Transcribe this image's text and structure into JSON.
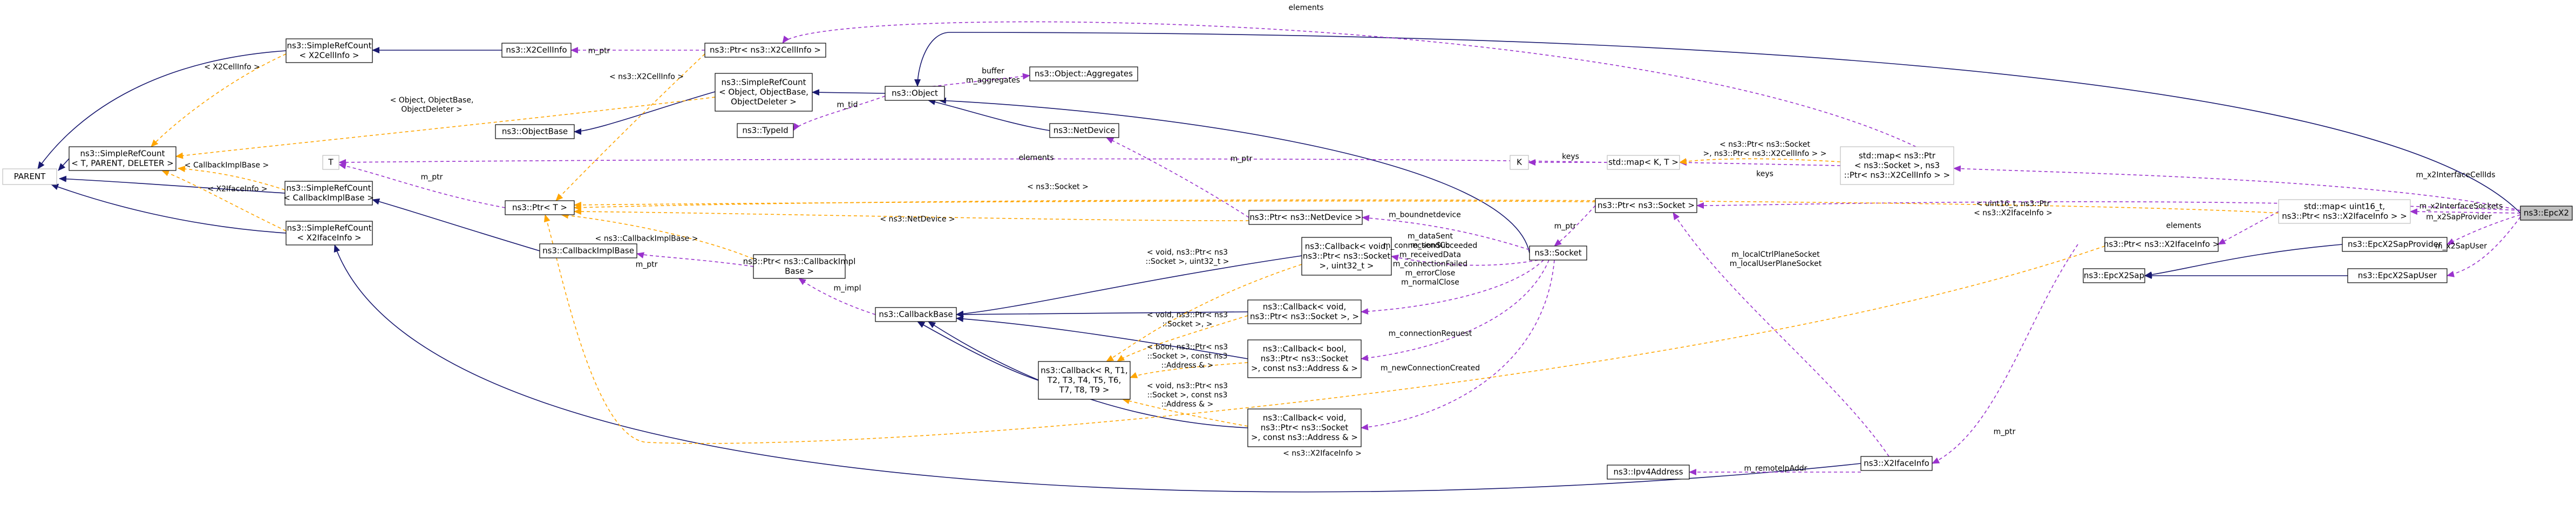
{
  "diagram": {
    "colors": {
      "inheritance": "#191970",
      "usage": "#9a32cd",
      "template": "#ffa500",
      "node_border": "#000000",
      "node_border_external": "#bfbfbf",
      "highlight_fill": "#bfbfbf"
    },
    "nodes": [
      {
        "id": "parent",
        "lines": [
          "PARENT"
        ],
        "kind": "external"
      },
      {
        "id": "simplerefcount_template",
        "lines": [
          "ns3::SimpleRefCount",
          "< T, PARENT, DELETER >"
        ]
      },
      {
        "id": "simplerefcount_x2cellinfo",
        "lines": [
          "ns3::SimpleRefCount",
          "< X2CellInfo >"
        ]
      },
      {
        "id": "simplerefcount_callbackimplbase",
        "lines": [
          "ns3::SimpleRefCount",
          "< CallbackImplBase >"
        ]
      },
      {
        "id": "simplerefcount_x2ifaceinfo",
        "lines": [
          "ns3::SimpleRefCount",
          "< X2IfaceInfo >"
        ]
      },
      {
        "id": "x2cellinfo",
        "lines": [
          "ns3::X2CellInfo"
        ]
      },
      {
        "id": "ptr_x2cellinfo",
        "lines": [
          "ns3::Ptr< ns3::X2CellInfo >"
        ]
      },
      {
        "id": "simplerefcount_object",
        "lines": [
          "ns3::SimpleRefCount",
          "< Object, ObjectBase,",
          "ObjectDeleter >"
        ]
      },
      {
        "id": "objectbase",
        "lines": [
          "ns3::ObjectBase"
        ]
      },
      {
        "id": "object",
        "lines": [
          "ns3::Object"
        ]
      },
      {
        "id": "aggregates",
        "lines": [
          "ns3::Object::Aggregates"
        ]
      },
      {
        "id": "typeid",
        "lines": [
          "ns3::TypeId"
        ]
      },
      {
        "id": "netdevice",
        "lines": [
          "ns3::NetDevice"
        ]
      },
      {
        "id": "t",
        "lines": [
          "T"
        ],
        "kind": "external"
      },
      {
        "id": "ptr_t",
        "lines": [
          "ns3::Ptr< T >"
        ]
      },
      {
        "id": "callbackimplbase",
        "lines": [
          "ns3::CallbackImplBase"
        ]
      },
      {
        "id": "ptr_callbackimplbase",
        "lines": [
          "ns3::Ptr< ns3::CallbackImpl",
          "Base >"
        ]
      },
      {
        "id": "callbackbase",
        "lines": [
          "ns3::CallbackBase"
        ]
      },
      {
        "id": "callback_template",
        "lines": [
          "ns3::Callback< R, T1,",
          "T2, T3, T4, T5, T6,",
          "T7, T8, T9 >"
        ]
      },
      {
        "id": "ptr_netdevice",
        "lines": [
          "ns3::Ptr< ns3::NetDevice >"
        ]
      },
      {
        "id": "callback_socket_uint",
        "lines": [
          "ns3::Callback< void,",
          "ns3::Ptr< ns3::Socket",
          ">, uint32_t >"
        ]
      },
      {
        "id": "callback_socket",
        "lines": [
          "ns3::Callback< void,",
          "ns3::Ptr< ns3::Socket >, >"
        ]
      },
      {
        "id": "callback_bool_socket_addr",
        "lines": [
          "ns3::Callback< bool,",
          "ns3::Ptr< ns3::Socket",
          ">, const ns3::Address & >"
        ]
      },
      {
        "id": "callback_void_socket_addr",
        "lines": [
          "ns3::Callback< void,",
          "ns3::Ptr< ns3::Socket",
          ">, const ns3::Address & >"
        ]
      },
      {
        "id": "socket",
        "lines": [
          "ns3::Socket"
        ]
      },
      {
        "id": "k",
        "lines": [
          "K"
        ],
        "kind": "external"
      },
      {
        "id": "map_k_t",
        "lines": [
          "std::map< K, T >"
        ],
        "kind": "external"
      },
      {
        "id": "ptr_socket",
        "lines": [
          "ns3::Ptr< ns3::Socket >"
        ]
      },
      {
        "id": "map_socket_cellinfo",
        "lines": [
          "std::map< ns3::Ptr",
          "< ns3::Socket >, ns3",
          "::Ptr< ns3::X2CellInfo > >"
        ],
        "kind": "external"
      },
      {
        "id": "map_uint_ifaceinfo",
        "lines": [
          "std::map< uint16_t,",
          "ns3::Ptr< ns3::X2IfaceInfo > >"
        ],
        "kind": "external"
      },
      {
        "id": "ptr_x2ifaceinfo",
        "lines": [
          "ns3::Ptr< ns3::X2IfaceInfo >"
        ]
      },
      {
        "id": "epcx2sapprovider",
        "lines": [
          "ns3::EpcX2SapProvider"
        ]
      },
      {
        "id": "epcx2sap",
        "lines": [
          "ns3::EpcX2Sap"
        ]
      },
      {
        "id": "epcx2sapuser",
        "lines": [
          "ns3::EpcX2SapUser"
        ]
      },
      {
        "id": "epcx2",
        "lines": [
          "ns3::EpcX2"
        ],
        "kind": "highlight"
      },
      {
        "id": "ipv4address",
        "lines": [
          "ns3::Ipv4Address"
        ]
      },
      {
        "id": "x2ifaceinfo",
        "lines": [
          "ns3::X2IfaceInfo"
        ]
      }
    ],
    "edge_labels": [
      {
        "id": "lbl_m_ptr_cellinfo",
        "lines": [
          "m_ptr"
        ],
        "style": "usage"
      },
      {
        "id": "lbl_x2cellinfo_tpl",
        "lines": [
          "< X2CellInfo >"
        ],
        "style": "template"
      },
      {
        "id": "lbl_ns3_x2cellinfo_tpl",
        "lines": [
          "< ns3::X2CellInfo >"
        ],
        "style": "template"
      },
      {
        "id": "lbl_buffer_aggregates",
        "lines": [
          "buffer",
          "m_aggregates"
        ],
        "style": "usage"
      },
      {
        "id": "lbl_object_tpl",
        "lines": [
          "< Object, ObjectBase,",
          "ObjectDeleter >"
        ],
        "style": "template"
      },
      {
        "id": "lbl_m_tid",
        "lines": [
          "m_tid"
        ],
        "style": "usage"
      },
      {
        "id": "lbl_callbackimplbase_tpl",
        "lines": [
          "< CallbackImplBase >"
        ],
        "style": "template"
      },
      {
        "id": "lbl_x2ifaceinfo_tpl",
        "lines": [
          "< X2IfaceInfo >"
        ],
        "style": "template"
      },
      {
        "id": "lbl_m_ptr_t",
        "lines": [
          "m_ptr"
        ],
        "style": "usage"
      },
      {
        "id": "lbl_elements_t",
        "lines": [
          "elements"
        ],
        "style": "usage"
      },
      {
        "id": "lbl_m_ptr_netdevice",
        "lines": [
          "m_ptr"
        ],
        "style": "usage"
      },
      {
        "id": "lbl_ns3_socket_tpl",
        "lines": [
          "< ns3::Socket >"
        ],
        "style": "template"
      },
      {
        "id": "lbl_ns3_netdevice_tpl",
        "lines": [
          "< ns3::NetDevice >"
        ],
        "style": "template"
      },
      {
        "id": "lbl_ns3_callbackimplbase_tpl",
        "lines": [
          "< ns3::CallbackImplBase >"
        ],
        "style": "template"
      },
      {
        "id": "lbl_m_ptr_callbackimpl",
        "lines": [
          "m_ptr"
        ],
        "style": "usage"
      },
      {
        "id": "lbl_m_impl",
        "lines": [
          "m_impl"
        ],
        "style": "usage"
      },
      {
        "id": "lbl_cb_socket_uint_tpl",
        "lines": [
          "< void, ns3::Ptr< ns3",
          "::Socket >, uint32_t >"
        ],
        "style": "template"
      },
      {
        "id": "lbl_cb_socket_tpl",
        "lines": [
          "< void, ns3::Ptr< ns3",
          "::Socket >, >"
        ],
        "style": "template"
      },
      {
        "id": "lbl_cb_bool_tpl",
        "lines": [
          "< bool, ns3::Ptr< ns3",
          "::Socket >, const ns3",
          "::Address & >"
        ],
        "style": "template"
      },
      {
        "id": "lbl_cb_void_addr_tpl",
        "lines": [
          "< void, ns3::Ptr< ns3",
          "::Socket >, const ns3",
          "::Address & >"
        ],
        "style": "template"
      },
      {
        "id": "lbl_m_boundnetdevice",
        "lines": [
          "m_boundnetdevice"
        ],
        "style": "usage"
      },
      {
        "id": "lbl_m_datasent",
        "lines": [
          "m_dataSent",
          "m_sendCb"
        ],
        "style": "usage"
      },
      {
        "id": "lbl_m_connection_group",
        "lines": [
          "m_connectionSucceeded",
          "m_receivedData",
          "m_connectionFailed",
          "m_errorClose",
          "m_normalClose"
        ],
        "style": "usage"
      },
      {
        "id": "lbl_m_connectionrequest",
        "lines": [
          "m_connectionRequest"
        ],
        "style": "usage"
      },
      {
        "id": "lbl_m_newconnectioncreated",
        "lines": [
          "m_newConnectionCreated"
        ],
        "style": "usage"
      },
      {
        "id": "lbl_m_ptr_socket",
        "lines": [
          "m_ptr"
        ],
        "style": "usage"
      },
      {
        "id": "lbl_keys_k",
        "lines": [
          "keys"
        ],
        "style": "usage"
      },
      {
        "id": "lbl_map_socket_cellinfo_tpl",
        "lines": [
          "< ns3::Ptr< ns3::Socket",
          ">, ns3::Ptr< ns3::X2CellInfo > >"
        ],
        "style": "template"
      },
      {
        "id": "lbl_keys_socket",
        "lines": [
          "keys"
        ],
        "style": "usage"
      },
      {
        "id": "lbl_elements_top",
        "lines": [
          "elements"
        ],
        "style": "usage"
      },
      {
        "id": "lbl_uint_ifaceinfo_tpl",
        "lines": [
          "< uint16_t, ns3::Ptr",
          "< ns3::X2IfaceInfo >"
        ],
        "style": "template"
      },
      {
        "id": "lbl_elements_ifaceinfo",
        "lines": [
          "elements"
        ],
        "style": "usage"
      },
      {
        "id": "lbl_m_x2interfacecellids",
        "lines": [
          "m_x2InterfaceCellIds"
        ],
        "style": "usage"
      },
      {
        "id": "lbl_m_x2interfacesockets",
        "lines": [
          "m_x2InterfaceSockets"
        ],
        "style": "usage"
      },
      {
        "id": "lbl_m_x2sapprovider",
        "lines": [
          "m_x2SapProvider"
        ],
        "style": "usage"
      },
      {
        "id": "lbl_m_x2sapuser",
        "lines": [
          "m_x2SapUser"
        ],
        "style": "usage"
      },
      {
        "id": "lbl_ctrl_user_socket",
        "lines": [
          "m_localCtrlPlaneSocket",
          "m_localUserPlaneSocket"
        ],
        "style": "usage"
      },
      {
        "id": "lbl_m_ptr_ifaceinfo",
        "lines": [
          "m_ptr"
        ],
        "style": "usage"
      },
      {
        "id": "lbl_m_remoteipaddr",
        "lines": [
          "m_remoteIpAddr"
        ],
        "style": "usage"
      },
      {
        "id": "lbl_ns3_x2ifaceinfo_tpl",
        "lines": [
          "< ns3::X2IfaceInfo >"
        ],
        "style": "template"
      }
    ]
  }
}
